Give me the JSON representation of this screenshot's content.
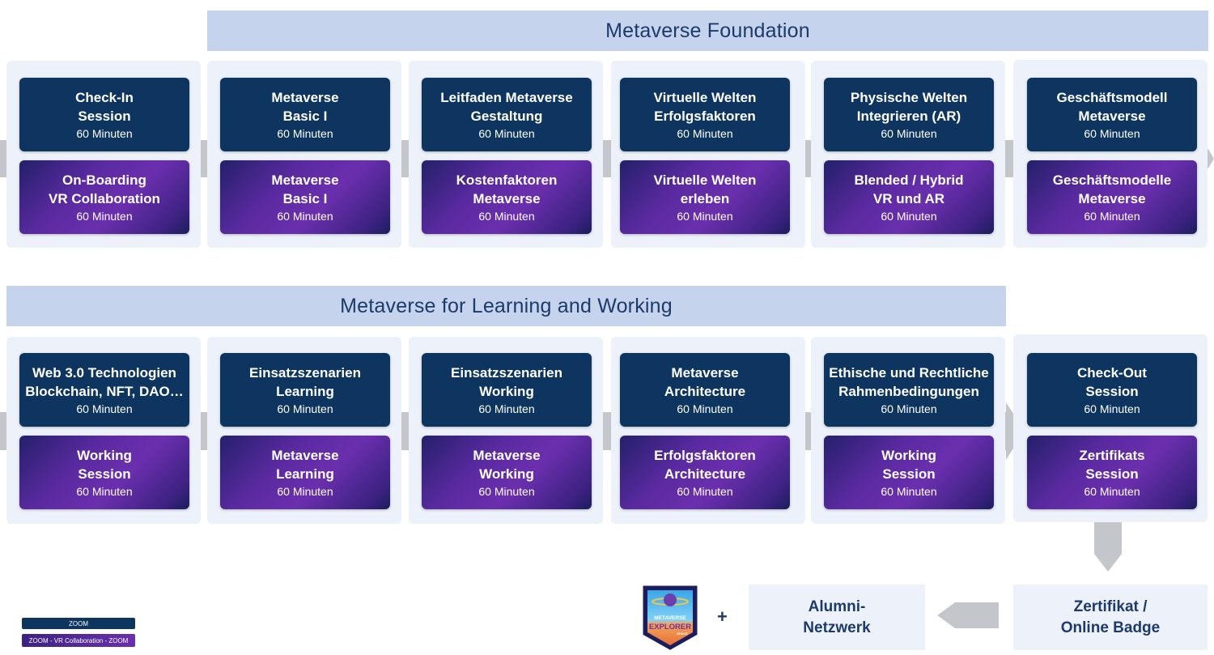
{
  "section1": {
    "title": "Metaverse Foundation",
    "columns": [
      {
        "top": {
          "title": "Check-In\nSession",
          "duration": "60 Minuten"
        },
        "bottom": {
          "title": "On-Boarding\nVR Collaboration",
          "duration": "60 Minuten"
        }
      },
      {
        "top": {
          "title": "Metaverse\nBasic I",
          "duration": "60 Minuten"
        },
        "bottom": {
          "title": "Metaverse\nBasic I",
          "duration": "60 Minuten"
        }
      },
      {
        "top": {
          "title": "Leitfaden Metaverse\nGestaltung",
          "duration": "60 Minuten"
        },
        "bottom": {
          "title": "Kostenfaktoren\nMetaverse",
          "duration": "60 Minuten"
        }
      },
      {
        "top": {
          "title": "Virtuelle Welten\nErfolgsfaktoren",
          "duration": "60 Minuten"
        },
        "bottom": {
          "title": "Virtuelle Welten\nerleben",
          "duration": "60 Minuten"
        }
      },
      {
        "top": {
          "title": "Physische Welten\nIntegrieren (AR)",
          "duration": "60 Minuten"
        },
        "bottom": {
          "title": "Blended / Hybrid\nVR und AR",
          "duration": "60 Minuten"
        }
      },
      {
        "top": {
          "title": "Geschäftsmodell\nMetaverse",
          "duration": "60 Minuten"
        },
        "bottom": {
          "title": "Geschäftsmodelle\nMetaverse",
          "duration": "60 Minuten"
        }
      }
    ]
  },
  "section2": {
    "title": "Metaverse for Learning and Working",
    "columns": [
      {
        "top": {
          "title": "Web 3.0 Technologien\nBlockchain, NFT, DAO…",
          "duration": "60 Minuten"
        },
        "bottom": {
          "title": "Working\nSession",
          "duration": "60 Minuten"
        }
      },
      {
        "top": {
          "title": "Einsatzszenarien\nLearning",
          "duration": "60 Minuten"
        },
        "bottom": {
          "title": "Metaverse\nLearning",
          "duration": "60 Minuten"
        }
      },
      {
        "top": {
          "title": "Einsatzszenarien\nWorking",
          "duration": "60 Minuten"
        },
        "bottom": {
          "title": "Metaverse\nWorking",
          "duration": "60 Minuten"
        }
      },
      {
        "top": {
          "title": "Metaverse\nArchitecture",
          "duration": "60 Minuten"
        },
        "bottom": {
          "title": "Erfolgsfaktoren\nArchitecture",
          "duration": "60 Minuten"
        }
      },
      {
        "top": {
          "title": "Ethische und Rechtliche\nRahmenbedingungen",
          "duration": "60 Minuten"
        },
        "bottom": {
          "title": "Working\nSession",
          "duration": "60 Minuten"
        }
      },
      {
        "top": {
          "title": "Check-Out\nSession",
          "duration": "60 Minuten"
        },
        "bottom": {
          "title": "Zertifikats\nSession",
          "duration": "60 Minuten"
        }
      }
    ]
  },
  "outcome": {
    "certificate": "Zertifikat /\nOnline Badge",
    "alumni": "Alumni-\nNetzwerk",
    "plus": "+",
    "badge": {
      "line1": "METAVERSE",
      "line2": "EXPLORER",
      "line3": "SPACE"
    }
  },
  "legend": {
    "zoom": "ZOOM",
    "vr": "ZOOM - VR Collaboration - ZOOM"
  },
  "colors": {
    "zoom_card": "#0d3560",
    "vr_card": "#5a2aa0",
    "banner": "#c5d3ec",
    "panel": "#edf1f9",
    "arrow": "#bfc3c9"
  }
}
